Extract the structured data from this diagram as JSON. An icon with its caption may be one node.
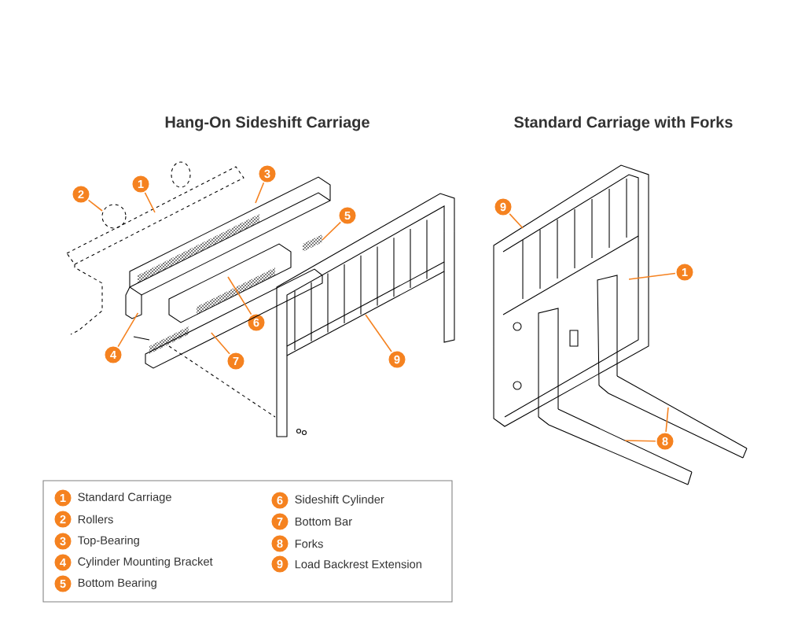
{
  "diagram": {
    "nodes": [
      {
        "text": [
          "2"
        ]
      },
      {
        "text": [
          "1"
        ]
      },
      {
        "text": [
          "3"
        ]
      },
      {
        "text": [
          "5"
        ]
      },
      {
        "text": [
          "4"
        ]
      },
      {
        "text": [
          "6"
        ]
      },
      {
        "text": [
          "7"
        ]
      },
      {
        "text": [
          "9"
        ]
      },
      {
        "text": [
          "9"
        ]
      },
      {
        "text": [
          "1"
        ]
      },
      {
        "text": [
          "8"
        ]
      },
      {
        "text": [
          "1"
        ],
        "beside": [
          "Standard Carriage"
        ]
      },
      {
        "text": [
          "2"
        ],
        "beside": [
          "Rollers"
        ]
      },
      {
        "text": [
          "3"
        ],
        "beside": [
          "Top-Bearing"
        ]
      },
      {
        "text": [
          "4"
        ],
        "beside": [
          "Cylinder Mounting Bracket"
        ]
      },
      {
        "text": [
          "5"
        ],
        "beside": [
          "Bottom Bearing"
        ]
      },
      {
        "text": [
          "6"
        ],
        "beside": [
          "Sideshift Cylinder"
        ]
      },
      {
        "text": [
          "7"
        ],
        "beside": [
          "Bottom Bar"
        ]
      },
      {
        "text": [
          "8"
        ],
        "beside": [
          "Forks"
        ]
      },
      {
        "text": [
          "9"
        ],
        "beside": [
          "Load Backrest Extension"
        ]
      },
      {
        "text": [],
        "shape": "picture"
      },
      {
        "text": [],
        "shape": "picture"
      }
    ],
    "edges": [
      {
        "from": 0,
        "to": null,
        "arrow": "none"
      },
      {
        "from": 1,
        "to": null,
        "arrow": "none"
      },
      {
        "from": 2,
        "to": null,
        "arrow": "none"
      },
      {
        "from": 3,
        "to": null,
        "arrow": "none"
      },
      {
        "from": 4,
        "to": 20,
        "arrow": "none"
      },
      {
        "from": 5,
        "to": null,
        "arrow": "none"
      },
      {
        "from": 6,
        "to": 21,
        "arrow": "none"
      },
      {
        "from": 7,
        "to": null,
        "arrow": "none"
      },
      {
        "from": 8,
        "to": null,
        "arrow": "none"
      },
      {
        "from": 9,
        "to": null,
        "arrow": "none"
      },
      {
        "from": 10,
        "to": null,
        "arrow": "none"
      },
      {
        "from": 10,
        "to": null,
        "arrow": "none"
      }
    ],
    "labels": [
      "Hang-On Sideshift Carriage",
      "Standard Carriage with Forks"
    ]
  }
}
